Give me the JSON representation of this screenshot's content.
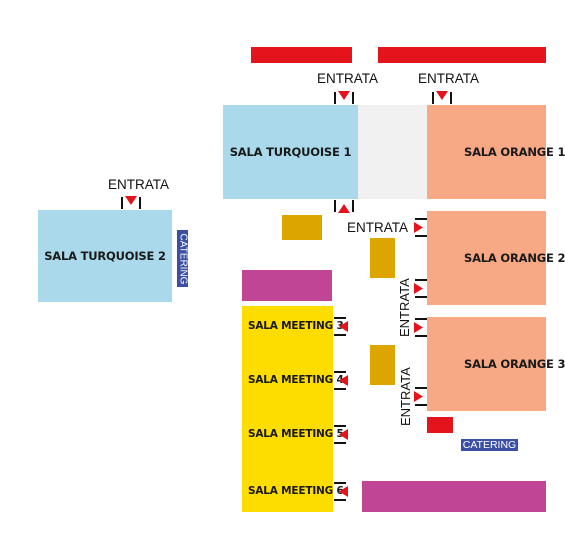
{
  "rooms": {
    "turquoise_1": "SALA TURQUOISE 1",
    "turquoise_2": "SALA TURQUOISE 2",
    "orange_1": "SALA ORANGE 1",
    "orange_2": "SALA ORANGE 2",
    "orange_3": "SALA ORANGE 3",
    "meeting_3": "SALA MEETING 3",
    "meeting_4": "SALA MEETING 4",
    "meeting_5": "SALA MEETING 5",
    "meeting_6": "SALA MEETING 6"
  },
  "entrance_label": "ENTRATA",
  "catering_label": "CATERING",
  "colors": {
    "turquoise": "#a9d9eb",
    "orange": "#f6a984",
    "yellow": "#fddc00",
    "magenta": "#c04595",
    "red": "#e3141c",
    "mustard": "#dca500",
    "blue": "#3b4fa5",
    "corridor": "#f1f1f1"
  }
}
